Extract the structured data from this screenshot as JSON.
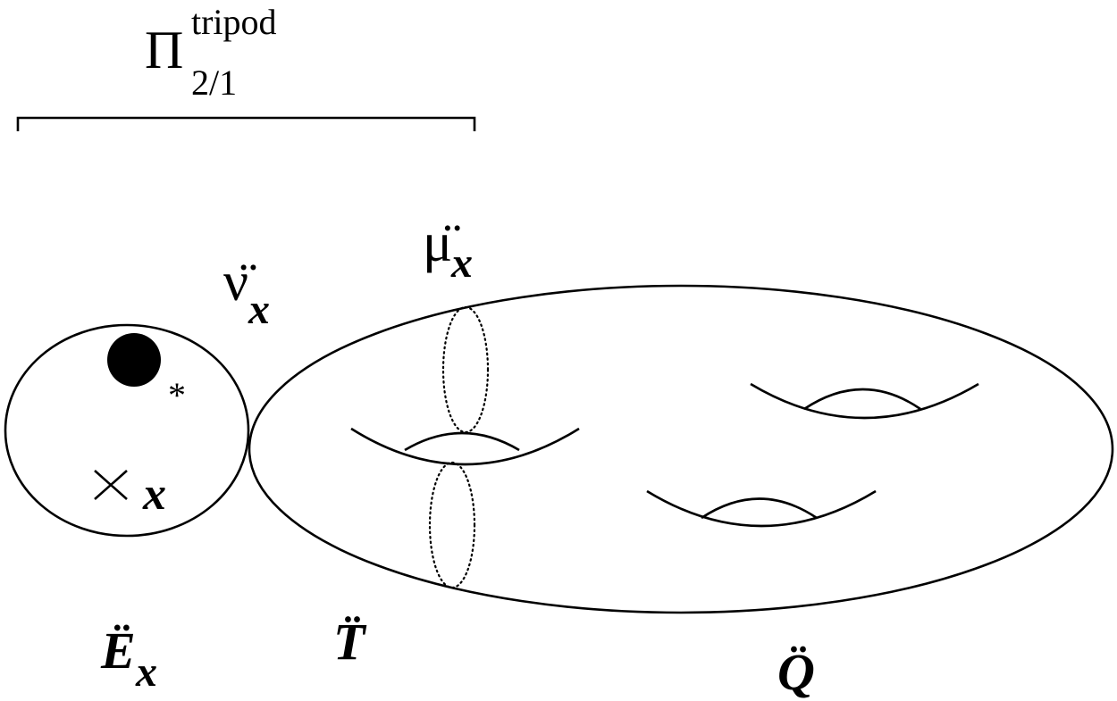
{
  "bracket_label": {
    "base": "Π",
    "superscript": "tripod",
    "subscript": "2/1"
  },
  "labels": {
    "nu_base": "ν̈",
    "nu_sub": "x",
    "mu_base": "μ̈",
    "mu_sub": "x",
    "star": "*",
    "cross": "×",
    "x": "x",
    "E_base": "Ë",
    "E_sub": "x",
    "T": "T̈",
    "Q": "Q̈"
  }
}
